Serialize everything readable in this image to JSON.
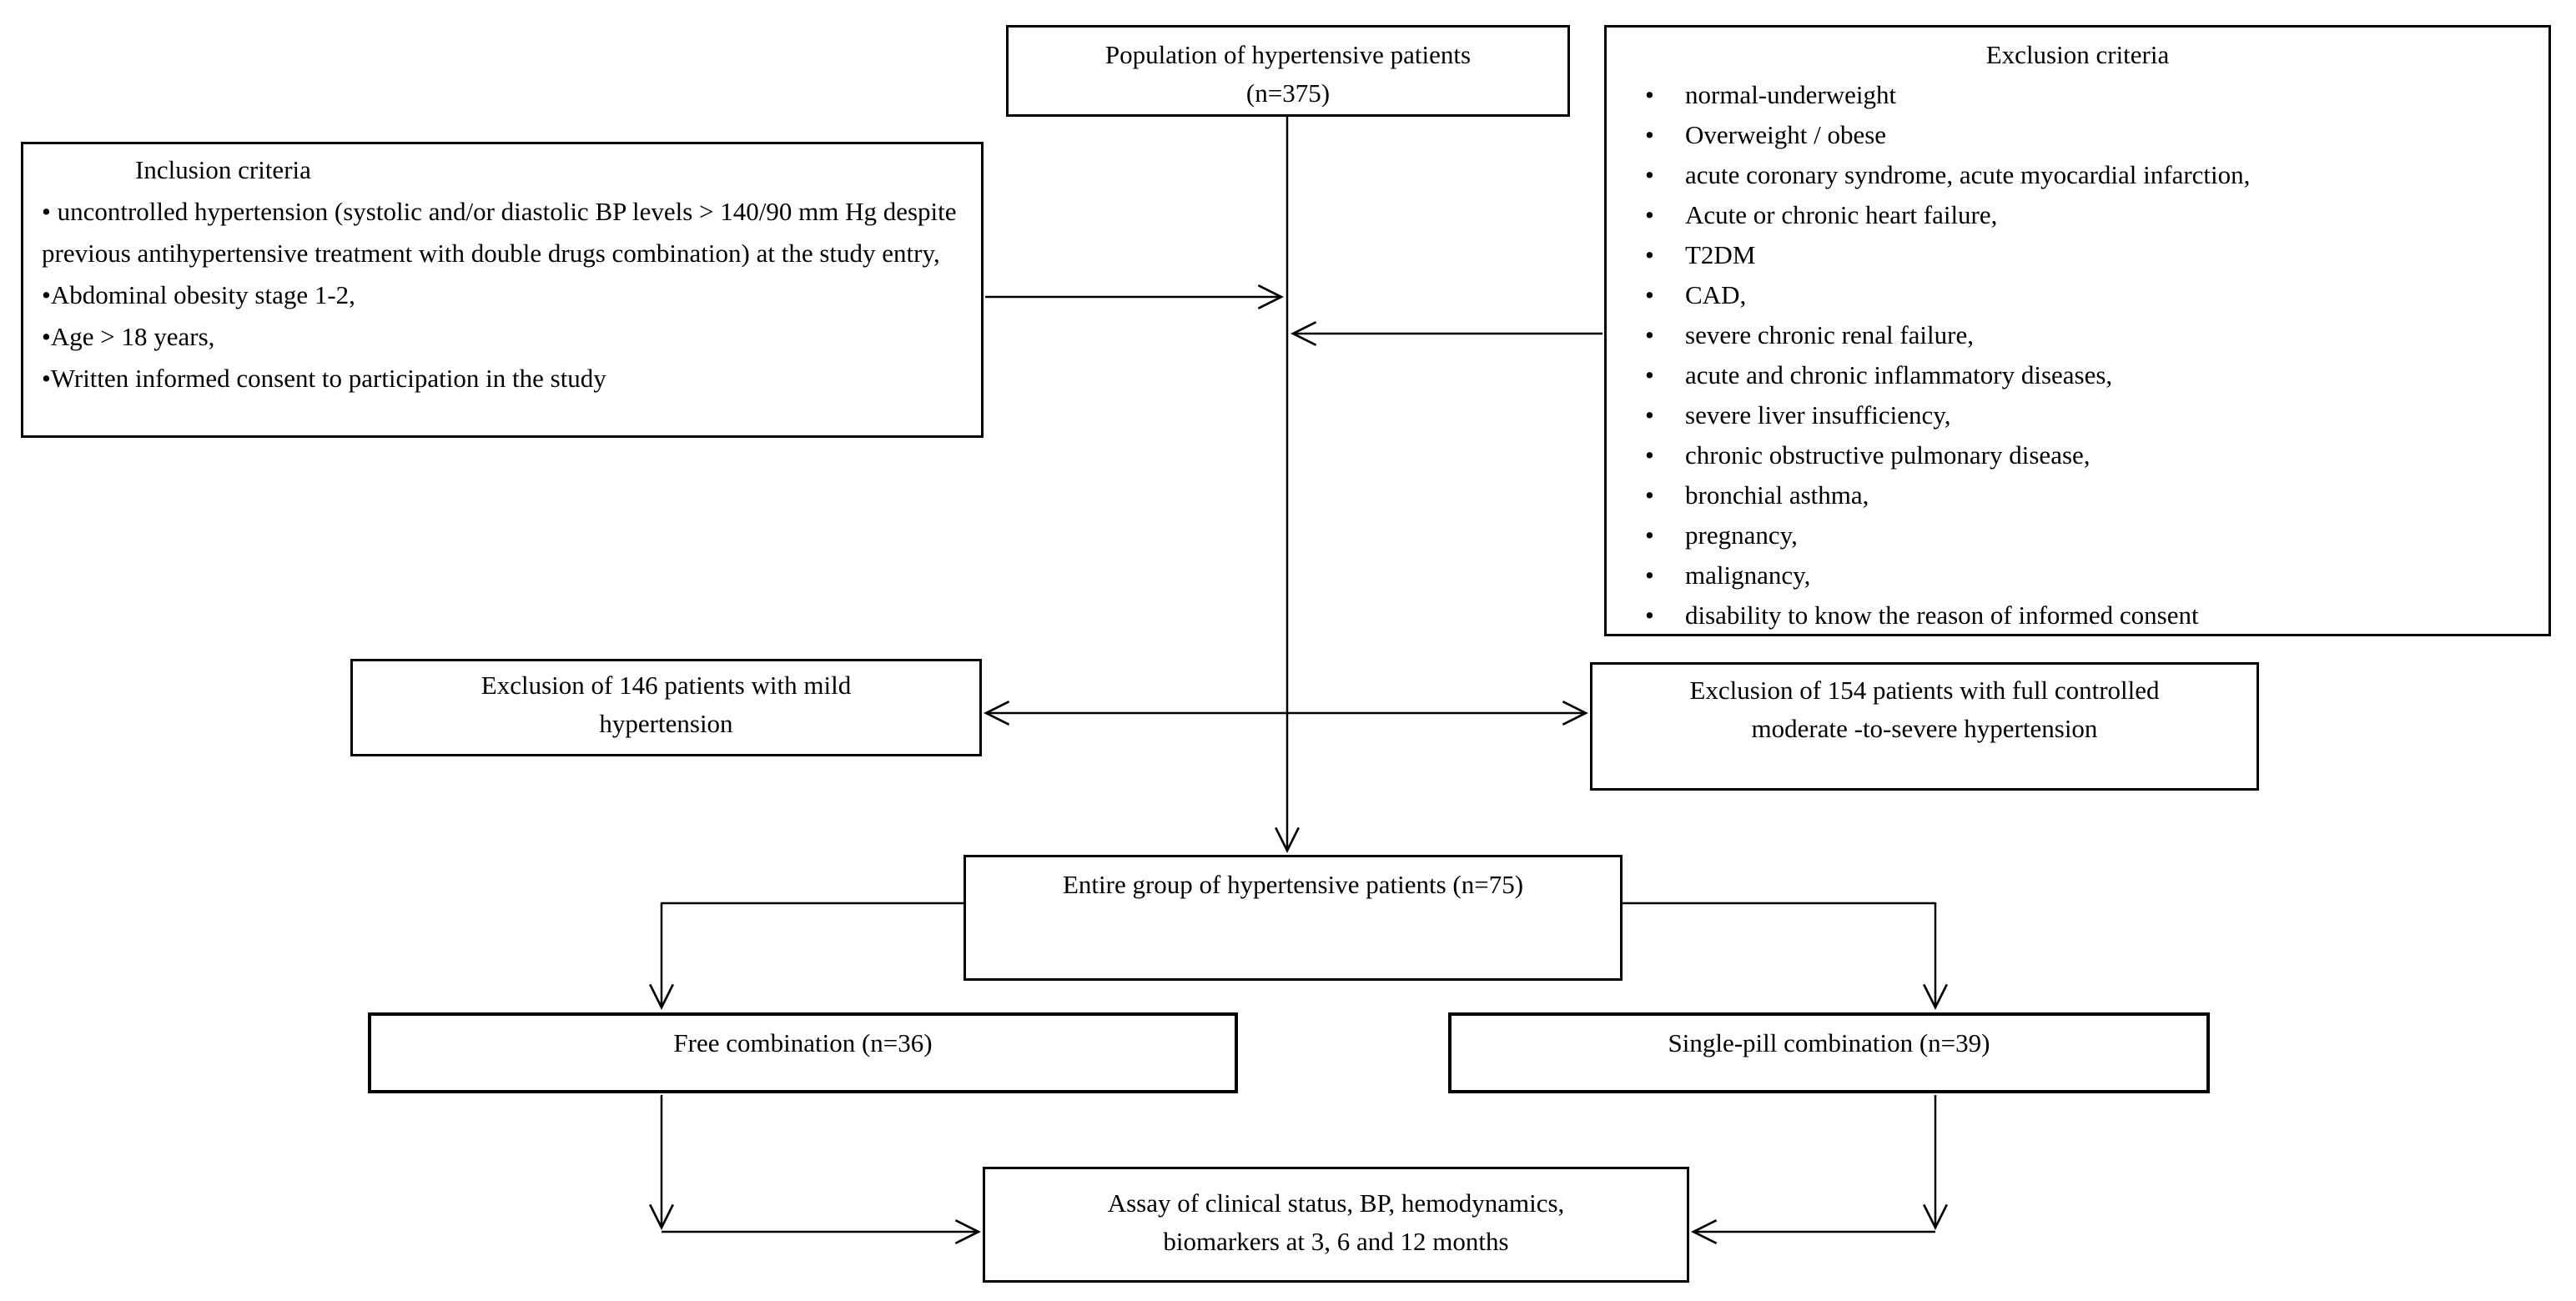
{
  "page": {
    "background_color": "#ffffff",
    "line_color": "#000000"
  },
  "boxes": {
    "population": {
      "text": "Population of hypertensive patients\n(n=375)"
    },
    "exclusion_criteria": {
      "title": "Exclusion criteria",
      "items": [
        "normal-underweight",
        "Overweight / obese",
        "acute coronary syndrome,  acute myocardial infarction,",
        "Acute or chronic heart failure,",
        "T2DM",
        "CAD,",
        "severe chronic renal failure,",
        "acute and chronic inflammatory  diseases,",
        "severe liver insufficiency,",
        "chronic obstructive pulmonary  disease,",
        "bronchial  asthma,",
        "pregnancy,",
        "malignancy,",
        "disability  to know the reason of informed  consent"
      ]
    },
    "inclusion_criteria": {
      "title": "Inclusion  criteria",
      "items": [
        "• uncontrolled hypertension (systolic and/or diastolic BP levels > 140/90 mm Hg despite previous antihypertensive treatment with double drugs combination)  at the study entry,",
        "•Abdominal obesity  stage 1-2,",
        "•Age > 18 years,",
        "•Written informed consent to participation in the study"
      ]
    },
    "exclusion_146": {
      "text": "Exclusion of 146 patients with mild\nhypertension"
    },
    "exclusion_154": {
      "text": "Exclusion of 154 patients with full controlled\nmoderate -to-severe hypertension"
    },
    "entire_group": {
      "text": "Entire group of hypertensive patients (n=75)"
    },
    "free_combination": {
      "text": "Free  combination (n=36)"
    },
    "single_pill": {
      "text": "Single-pill  combination (n=39)"
    },
    "assay": {
      "text": "Assay of clinical  status, BP, hemodynamics,\nbiomarkers at 3, 6  and 12 months"
    }
  }
}
